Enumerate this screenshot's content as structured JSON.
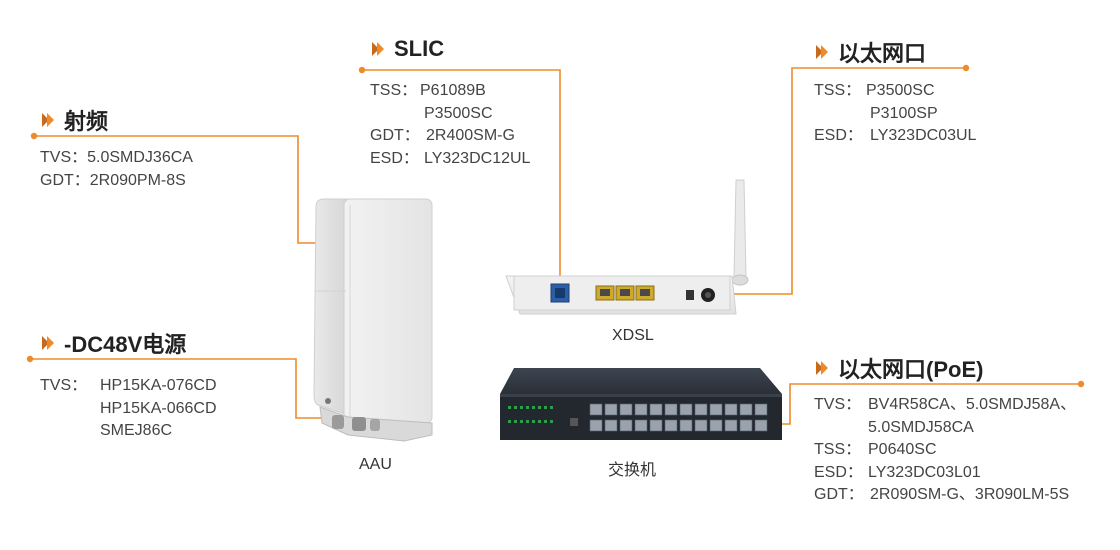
{
  "sections": {
    "rf": {
      "title": "射频",
      "rows": [
        {
          "label": "TVS：",
          "values": [
            "5.0SMDJ36CA"
          ]
        },
        {
          "label": "GDT：",
          "values": [
            "2R090PM-8S"
          ]
        }
      ]
    },
    "dc": {
      "title": "-DC48V电源",
      "rows": [
        {
          "label": "TVS：",
          "values": [
            "HP15KA-076CD",
            "HP15KA-066CD",
            "SMEJ86C"
          ]
        }
      ]
    },
    "slic": {
      "title": "SLIC",
      "rows": [
        {
          "label": "TSS：",
          "values": [
            "P61089B",
            "P3500SC"
          ]
        },
        {
          "label": "GDT：",
          "values": [
            "2R400SM-G"
          ]
        },
        {
          "label": "ESD：",
          "values": [
            "LY323DC12UL"
          ]
        }
      ]
    },
    "eth": {
      "title": "以太网口",
      "rows": [
        {
          "label": "TSS：",
          "values": [
            "P3500SC",
            "P3100SP"
          ]
        },
        {
          "label": "ESD：",
          "values": [
            "LY323DC03UL"
          ]
        }
      ]
    },
    "poe": {
      "title": "以太网口(PoE)",
      "rows": [
        {
          "label": "TVS：",
          "values": [
            "BV4R58CA、5.0SMDJ58A、",
            "5.0SMDJ58CA"
          ]
        },
        {
          "label": "TSS：",
          "values": [
            "P0640SC"
          ]
        },
        {
          "label": "ESD：",
          "values": [
            "LY323DC03L01"
          ]
        },
        {
          "label": "GDT：",
          "values": [
            "2R090SM-G、3R090LM-5S"
          ]
        }
      ]
    }
  },
  "devices": {
    "aau": "AAU",
    "xdsl": "XDSL",
    "switch": "交换机"
  },
  "colors": {
    "accent": "#ef8a2b",
    "chevron_dark": "#c96a1a"
  }
}
